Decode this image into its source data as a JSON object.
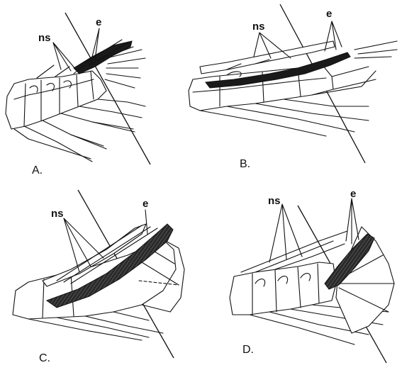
{
  "panels": [
    {
      "caption": "A.",
      "labels": {
        "ns": "ns",
        "e": "e"
      }
    },
    {
      "caption": "B.",
      "labels": {
        "ns": "ns",
        "e": "e"
      }
    },
    {
      "caption": "C.",
      "labels": {
        "ns": "ns",
        "e": "e"
      }
    },
    {
      "caption": "D.",
      "labels": {
        "ns": "ns",
        "e": "e"
      }
    }
  ]
}
